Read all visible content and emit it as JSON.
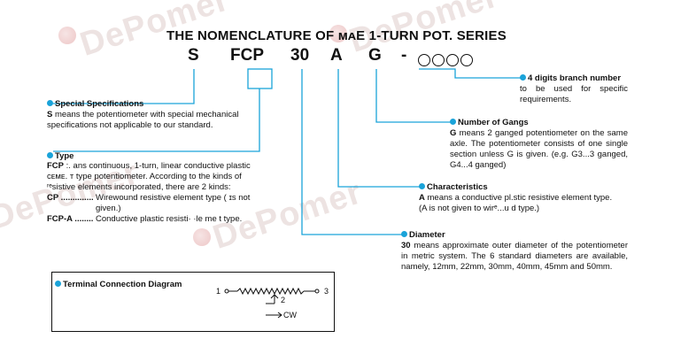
{
  "title": "THE NOMENCLATURE OF  ᴍᴀE 1-TURN POT. SERIES",
  "code": {
    "s": "S",
    "fcp": "FCP",
    "num": "30",
    "a": "A",
    "g": "G",
    "dash": "-"
  },
  "branch": {
    "heading": "4 digits branch number",
    "body": "to be used for specific requirements."
  },
  "special": {
    "heading": "Special Specifications",
    "bold": "S",
    "body": " means the potentiometer with special mechanical specifications not applicable to our standard."
  },
  "type": {
    "heading": "Type",
    "line1_bold": "FCP",
    "line1": " :. ans continuous, 1-turn, linear conductive plastic",
    "line2": "ᴄᴇᴍᴇ. ᴛ type potentiometer. According to the kinds of",
    "line3": "ʳᵉsistive elements incorporated, there are 2 kinds:",
    "cp_label": "CP ..............",
    "cp_text": "Wirewound resistive element type  ( ɪs  not",
    "cp_text2": "given.)",
    "fcpa_label": "FCP-A ........",
    "fcpa_text": "Conductive plastic resisti·   ·le me t type."
  },
  "gangs": {
    "heading": "Number of Gangs",
    "bold": "G",
    "body": " means 2 ganged potentiometer on the same axle.  The potentiometer consists of one single section unless G is given. (e.g. G3...3 ganged, G4...4 ganged)"
  },
  "characteristics": {
    "heading": "Characteristics",
    "bold": "A",
    "body": " means a conductive pl.stic resistive element type.",
    "body2": "(A is not given to wirᵉ...u d type.)"
  },
  "diameter": {
    "heading": "Diameter",
    "bold": "30",
    "body": " means approximate outer diameter of the potentiometer in metric system. The 6 standard diameters are available, namely, 12mm, 22mm, 30mm, 40mm, 45mm and 50mm."
  },
  "terminal": {
    "heading": "Terminal Connection Diagram",
    "t1": "1",
    "t2": "2",
    "t3": "3",
    "cw": "CW"
  },
  "watermark": "DePomer",
  "colors": {
    "accent": "#1aa3d9",
    "ink": "#111111",
    "watermark": "#eadfdd"
  }
}
